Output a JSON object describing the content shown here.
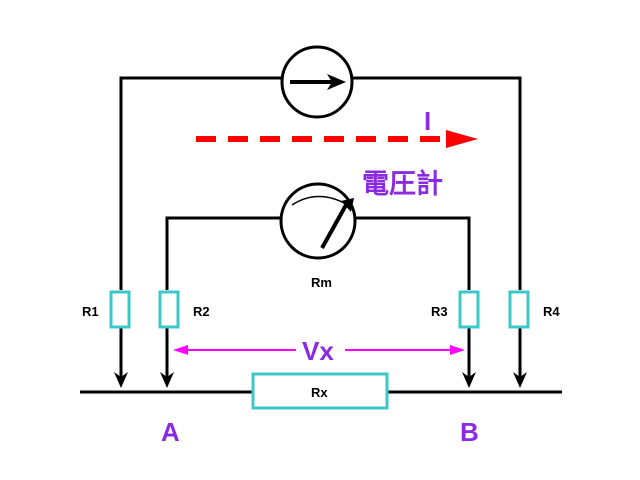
{
  "labels": {
    "current": "I",
    "voltmeter": "電圧計",
    "meter_resistance": "Rm",
    "r1": "R1",
    "r2": "R2",
    "r3": "R3",
    "r4": "R4",
    "voltage": "Vx",
    "unknown_resistor": "Rx",
    "node_a": "A",
    "node_b": "B"
  },
  "colors": {
    "wire": "#000000",
    "resistor_outline": "#3cc8c8",
    "current_arrow": "#ff0000",
    "voltage_arrow": "#ff00ff",
    "text_accent": "#8a2be2"
  },
  "icons": {
    "current_source": "ammeter-arrow-icon",
    "voltmeter": "analog-voltmeter-icon"
  }
}
